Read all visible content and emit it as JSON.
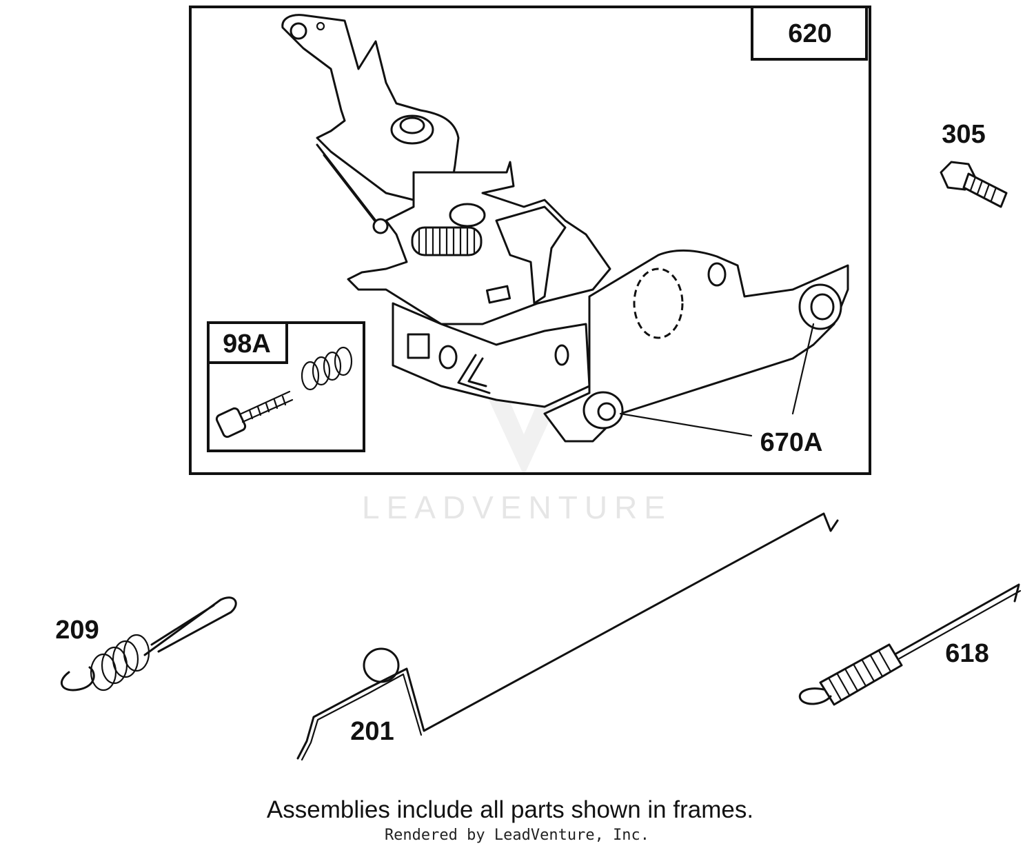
{
  "callouts": {
    "assembly_frame": "620",
    "sub_kit_frame": "98A",
    "bolt": "305",
    "bushing": "670A",
    "spring_link": "209",
    "governor_link": "201",
    "extension_spring": "618"
  },
  "watermark": "LEADVENTURE",
  "caption": "Assemblies include all parts shown in frames.",
  "credit": "Rendered by LeadVenture, Inc."
}
